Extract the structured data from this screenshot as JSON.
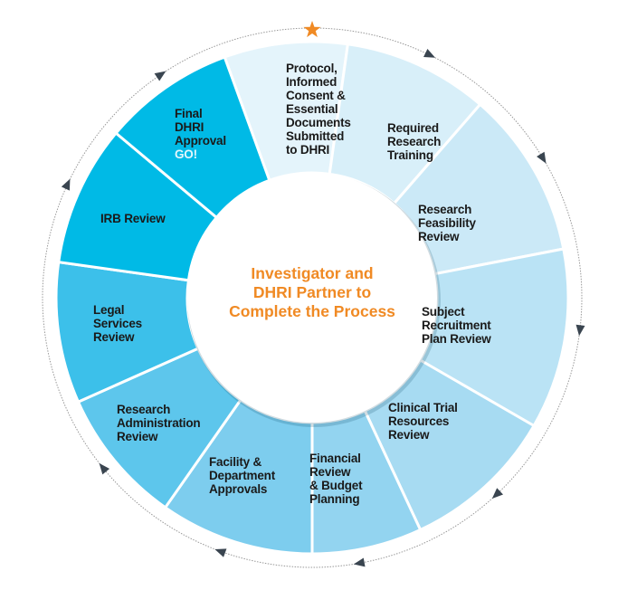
{
  "center_text": [
    "Investigator and",
    "DHRI Partner to",
    "Complete the Process"
  ],
  "steps": [
    {
      "lines": [
        "Protocol,",
        "Informed",
        "Consent &",
        "Essential",
        "Documents",
        "Submitted",
        "to DHRI"
      ],
      "color": "#e4f4fb"
    },
    {
      "lines": [
        "Required",
        "Research",
        "Training"
      ],
      "color": "#d8eff9"
    },
    {
      "lines": [
        "Research",
        "Feasibility",
        "Review"
      ],
      "color": "#cbe9f7"
    },
    {
      "lines": [
        "Subject",
        "Recruitment",
        "Plan Review"
      ],
      "color": "#bae3f5"
    },
    {
      "lines": [
        "Clinical Trial",
        "Resources",
        "Review"
      ],
      "color": "#a7dbf2"
    },
    {
      "lines": [
        "Financial",
        "Review",
        "& Budget",
        "Planning"
      ],
      "color": "#93d4f0"
    },
    {
      "lines": [
        "Facility &",
        "Department",
        "Approvals"
      ],
      "color": "#7dcdee"
    },
    {
      "lines": [
        "Research",
        "Administration",
        "Review"
      ],
      "color": "#5dc6ec"
    },
    {
      "lines": [
        "Legal",
        "Services",
        "Review"
      ],
      "color": "#3cc0ea"
    },
    {
      "lines": [
        "IRB Review"
      ],
      "color": "#00bae6"
    },
    {
      "lines": [
        "Final",
        "DHRI",
        "Approval"
      ],
      "go": "GO!",
      "color": "#00bae6"
    }
  ],
  "colors": {
    "accent": "#f08a24",
    "ring": "#999999",
    "arrow": "#3a4550"
  }
}
